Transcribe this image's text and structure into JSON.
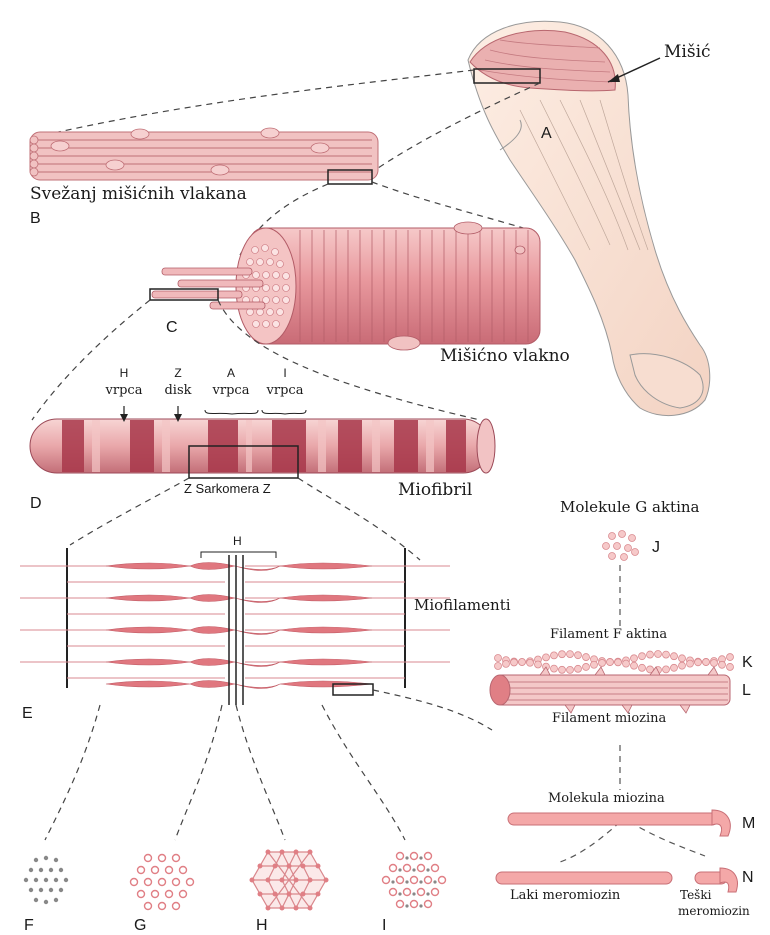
{
  "labels": {
    "misic": "Mišić",
    "svezanj": "Svežanj mišićnih vlakana",
    "misicno_vlakno": "Mišićno vlakno",
    "miofibril": "Miofibril",
    "sarkomera": "Z Sarkomera Z",
    "h_vrpca_1": "H",
    "h_vrpca_2": "vrpca",
    "z_disk_1": "Z",
    "z_disk_2": "disk",
    "a_vrpca_1": "A",
    "a_vrpca_2": "vrpca",
    "i_vrpca_1": "I",
    "i_vrpca_2": "vrpca",
    "h_bracket": "H",
    "miofilamenti": "Miofilamenti",
    "molekule_g": "Molekule G aktina",
    "filament_f": "Filament F aktina",
    "filament_miozina": "Filament miozina",
    "molekula_miozina": "Molekula miozina",
    "laki": "Laki meromiozin",
    "teski_1": "Teški",
    "teski_2": "meromiozin"
  },
  "letters": {
    "A": "A",
    "B": "B",
    "C": "C",
    "D": "D",
    "E": "E",
    "F": "F",
    "G": "G",
    "H": "H",
    "I": "I",
    "J": "J",
    "K": "K",
    "L": "L",
    "M": "M",
    "N": "N"
  },
  "colors": {
    "muscle_pink": "#e9a3a6",
    "muscle_dark": "#c05a66",
    "band_dark": "#a8374a",
    "skin": "#fbe4d6",
    "line": "#333333",
    "dot": "#e48b8e"
  }
}
